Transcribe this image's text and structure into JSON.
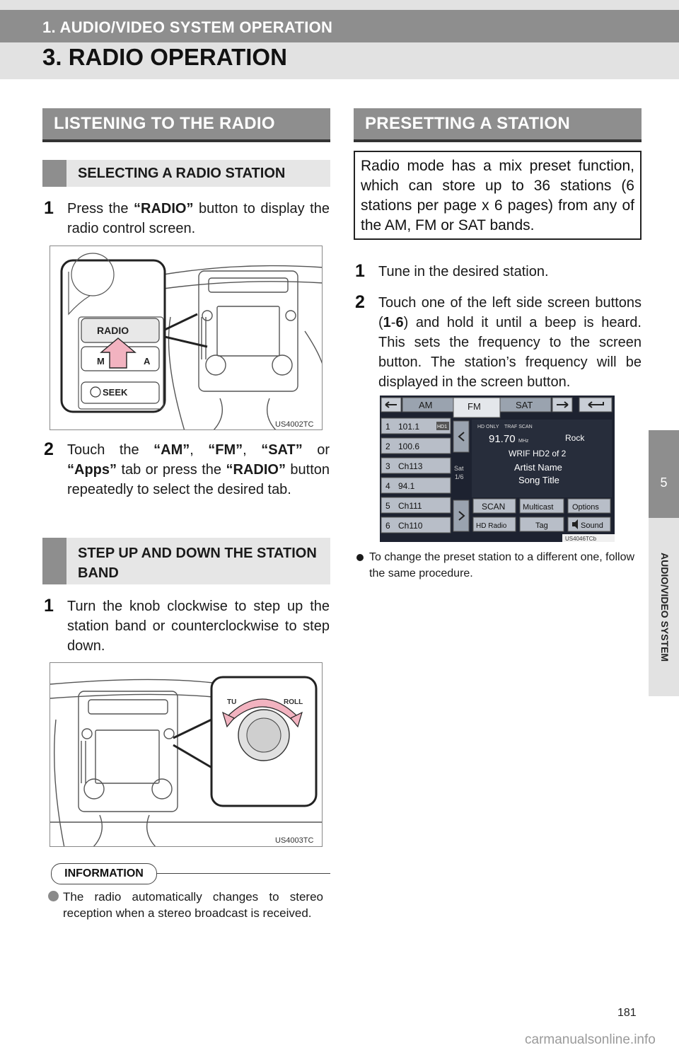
{
  "header": {
    "chapter_title": "1. AUDIO/VIDEO SYSTEM OPERATION",
    "page_title": "3. RADIO OPERATION"
  },
  "side_tab": {
    "number": "5",
    "label": "AUDIO/VIDEO SYSTEM"
  },
  "left": {
    "section_title": "LISTENING TO THE RADIO",
    "subsection1": "SELECTING A RADIO STATION",
    "step1_num": "1",
    "step1": {
      "pre": "Press the ",
      "bold": "“RADIO”",
      "post": " button to display the radio control screen."
    },
    "figure1": {
      "code": "US4002TC",
      "button_radio": "RADIO",
      "button_seek": "SEEK",
      "button_media_left": "M",
      "button_media_right": "A"
    },
    "step2_num": "2",
    "step2": {
      "t1": "Touch the ",
      "b1": "“AM”",
      "t2": ", ",
      "b2": "“FM”",
      "t3": ", ",
      "b3": "“SAT”",
      "t4": " or ",
      "b4": "“Apps”",
      "t5": " tab or press the ",
      "b5": "“RADIO”",
      "t6": " button repeatedly to select the desired tab."
    },
    "subsection2": "STEP UP AND DOWN THE STATION BAND",
    "step3_num": "1",
    "step3": "Turn the knob clockwise to step up the station band or counterclockwise to step down.",
    "figure2": {
      "code": "US4003TC",
      "label_left": "TU",
      "label_right": "ROLL"
    },
    "info_label": "INFORMATION",
    "info_text": "The radio automatically changes to stereo reception when a stereo broadcast is received."
  },
  "right": {
    "section_title": "PRESETTING A STATION",
    "box_text": "Radio mode has a mix preset function, which can store up to 36 stations (6 stations per page x 6 pages) from any of the AM, FM or SAT bands.",
    "step1_num": "1",
    "step1": "Tune in the desired station.",
    "step2_num": "2",
    "step2": {
      "t1": "Touch one of the left side screen buttons (",
      "b1": "1",
      "t2": "-",
      "b2": "6",
      "t3": ") and hold it until a beep is heard. This sets the frequency to the screen button. The station’s frequency will be displayed in the screen button."
    },
    "screen": {
      "tabs": [
        "AM",
        "FM",
        "SAT"
      ],
      "presets": [
        {
          "num": "1",
          "label": "101.1",
          "badge": "HD1"
        },
        {
          "num": "2",
          "label": "100.6",
          "badge": ""
        },
        {
          "num": "3",
          "label": "Ch113",
          "badge": ""
        },
        {
          "num": "4",
          "label": "94.1",
          "badge": ""
        },
        {
          "num": "5",
          "label": "Ch111",
          "badge": ""
        },
        {
          "num": "6",
          "label": "Ch110",
          "badge": ""
        }
      ],
      "page_label_1": "Sat",
      "page_label_2": "1/6",
      "status_hd_only": "HD ONLY",
      "status_traf_scan": "TRAF SCAN",
      "frequency": "91.70",
      "freq_unit": "MHz",
      "genre": "Rock",
      "station": "WRIF HD2 of 2",
      "artist": "Artist Name",
      "song": "Song Title",
      "btn_scan": "SCAN",
      "btn_multicast": "Multicast",
      "btn_options": "Options",
      "btn_hd_radio": "HD Radio",
      "btn_tag": "Tag",
      "btn_sound": "Sound",
      "code": "US4046TCb"
    },
    "bullet": "To change the preset station to a different one, follow the same procedure."
  },
  "footer": {
    "page_number": "181",
    "watermark": "carmanualsonline.info"
  }
}
